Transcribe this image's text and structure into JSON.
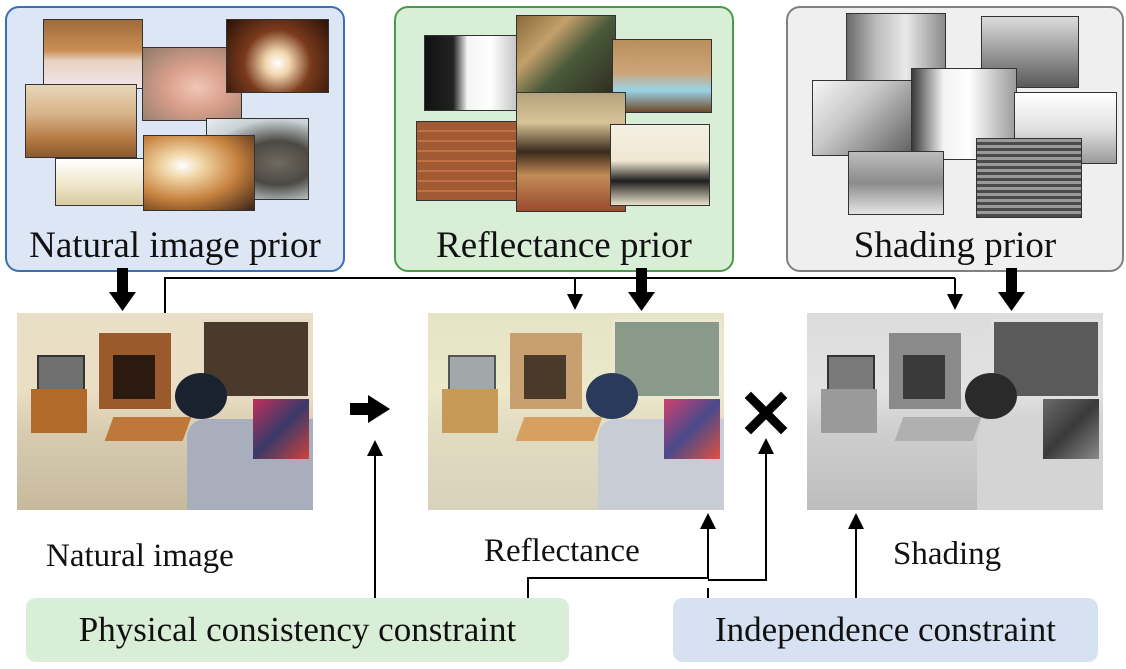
{
  "priors": {
    "natural": {
      "label": "Natural image prior",
      "bg": "#dce6f5",
      "border": "#3a6fb5"
    },
    "reflectance": {
      "label": "Reflectance prior",
      "bg": "#d9eed6",
      "border": "#4a9a4a"
    },
    "shading": {
      "label": "Shading prior",
      "bg": "#efefef",
      "border": "#808080"
    }
  },
  "images": {
    "natural": {
      "caption": "Natural image"
    },
    "reflectance": {
      "caption": "Reflectance"
    },
    "shading": {
      "caption": "Shading"
    }
  },
  "constraints": {
    "physical": {
      "label": "Physical consistency constraint",
      "bg": "#d9eed6"
    },
    "independence": {
      "label": "Independence constraint",
      "bg": "#d6e2f2"
    }
  },
  "symbols": {
    "arrow_icon": "right-arrow-icon",
    "cross_icon": "cross-icon"
  }
}
